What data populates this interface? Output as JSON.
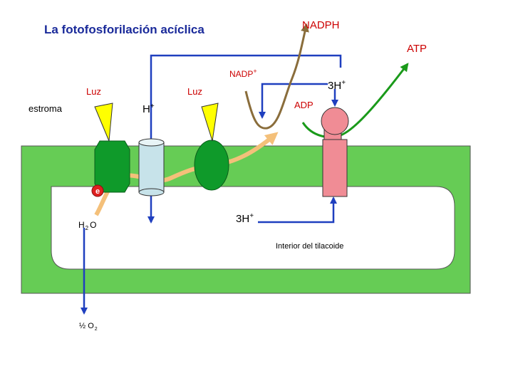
{
  "title": "La fotofosforilación acíclica",
  "labels": {
    "nadph": "NADPH",
    "atp": "ATP",
    "nadp": "NADP",
    "nadp_sup": "+",
    "h3_top": "3H",
    "h3_top_sup": "+",
    "adp": "ADP",
    "luz1": "Luz",
    "luz2": "Luz",
    "estroma": "estroma",
    "h_plus": "H",
    "h_plus_sup": "+",
    "electron": "e",
    "h2o_h": "H",
    "h2o_sub": "2",
    "h2o_o": "O",
    "h3_bottom": "3H",
    "h3_bottom_sup": "+",
    "interior": "Interior del tilacoide",
    "o2_frac": "½ O",
    "o2_sub": "2"
  },
  "colors": {
    "membrane": "#66cc55",
    "membrane_dark": "#3a8a30",
    "complex_green": "#0f9a2a",
    "cylinder": "#c7e3ea",
    "atp_synthase": "#f08c95",
    "arrow_blue": "#1f3fbf",
    "arrow_brown": "#8a6d3b",
    "arrow_green": "#1a9a1a",
    "electron_path": "#f4c07a",
    "luz_yellow": "#ffff00"
  }
}
